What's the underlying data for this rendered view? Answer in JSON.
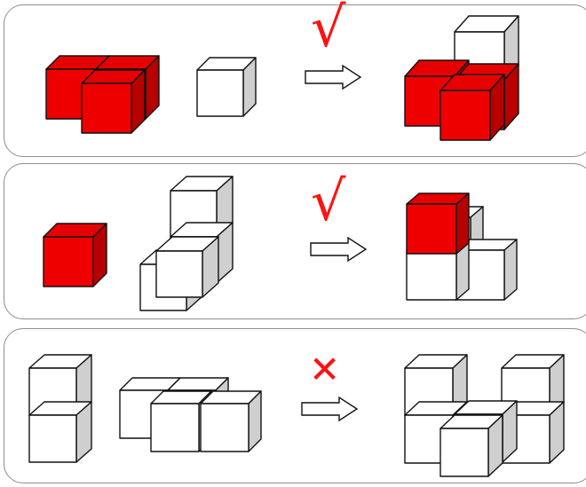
{
  "rows": [
    {
      "id": "row-1",
      "result_symbol": "√",
      "result": "valid"
    },
    {
      "id": "row-2",
      "result_symbol": "√",
      "result": "valid"
    },
    {
      "id": "row-3",
      "result_symbol": "✕",
      "result": "invalid"
    }
  ],
  "colors": {
    "red_top": "#e60000",
    "red_front": "#ee0000",
    "red_side": "#b80000",
    "white_top": "#ffffff",
    "white_front": "#ffffff",
    "white_side": "#cfcfcf",
    "edge": "#111111",
    "check": "#ff1111",
    "cross": "#ff1111",
    "panel_border": "#8e8e8e"
  }
}
